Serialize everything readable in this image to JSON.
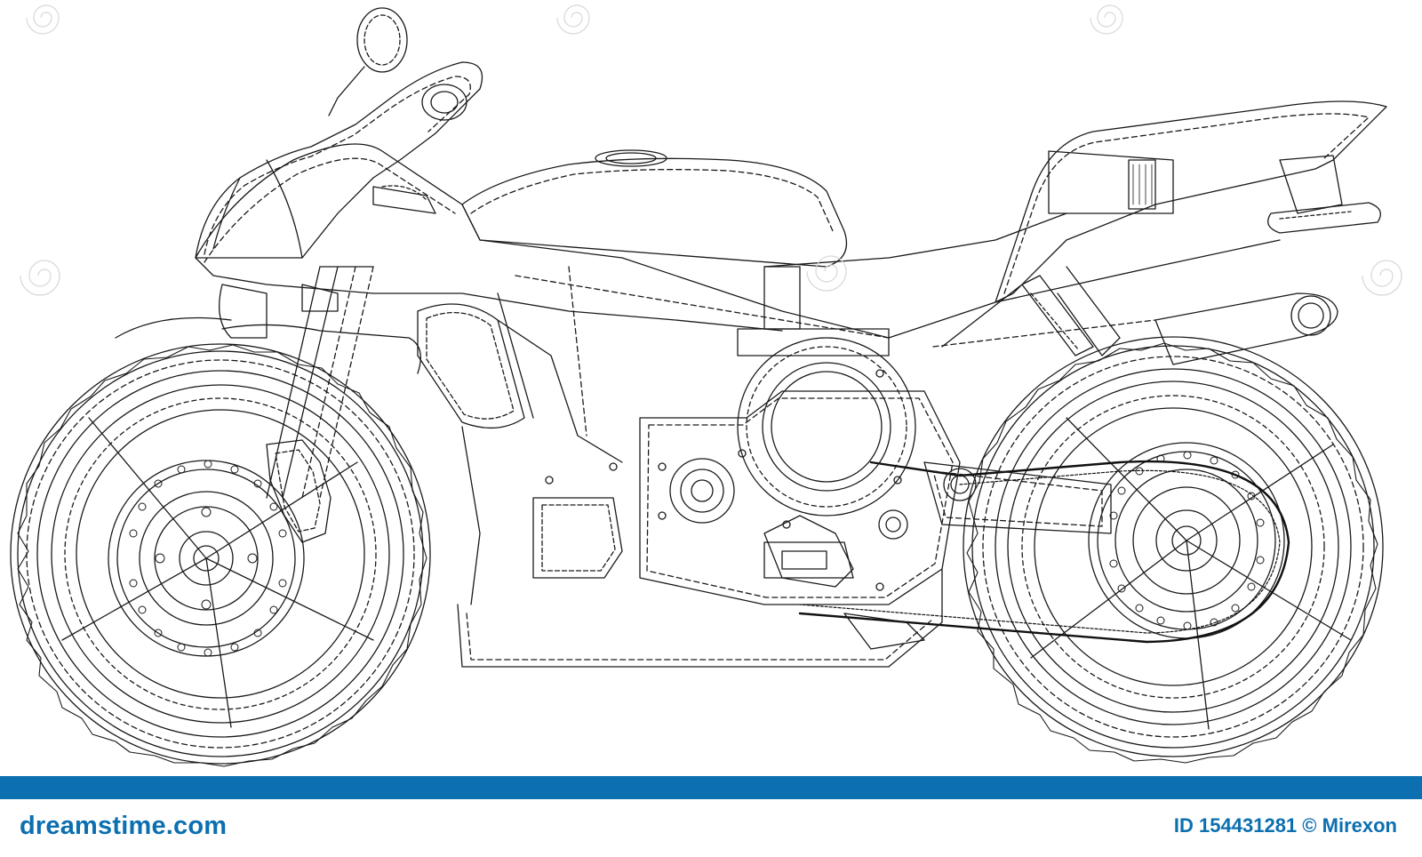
{
  "footer": {
    "logo_text": "dreamstime.com",
    "id_label": "ID",
    "id_number": "154431281",
    "copyright": "©",
    "author": "Mirexon"
  },
  "colors": {
    "brand": "#0b6fb0",
    "line": "#1a1a1a",
    "dash": "#333333",
    "background": "#ffffff"
  },
  "icons": [
    "dreamstime-swirl-watermark-icon"
  ]
}
